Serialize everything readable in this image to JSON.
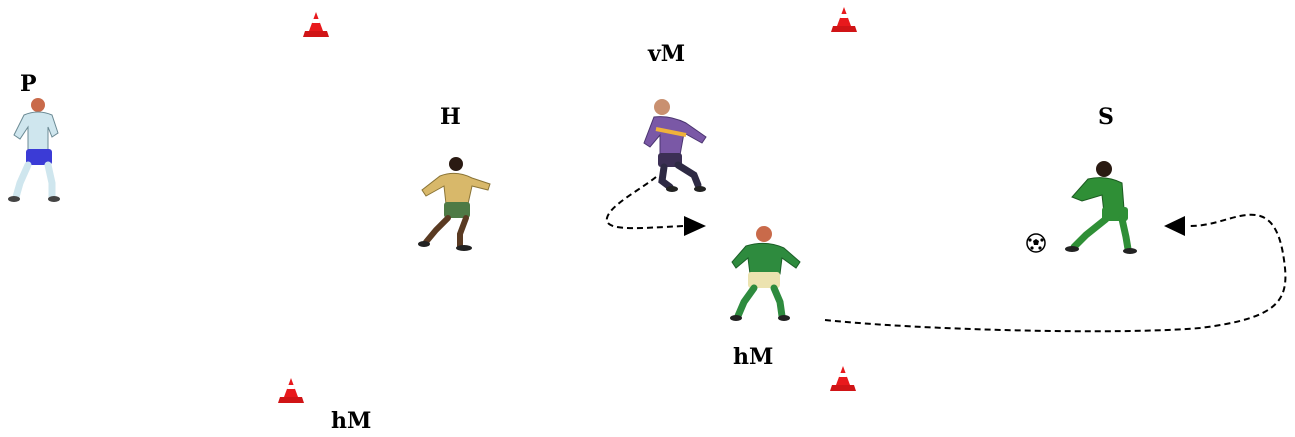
{
  "diagram": {
    "labels": {
      "p": "P",
      "h": "H",
      "vm": "vM",
      "s": "S",
      "hm_center": "hM",
      "hm_bottom": "hM"
    },
    "icons": {
      "player_p": "player-light-blue-defending-icon",
      "player_h": "player-yellow-kicking-icon",
      "player_vm": "player-purple-running-icon",
      "player_hm": "player-green-white-crouching-icon",
      "player_s": "player-green-passing-icon",
      "ball": "soccer-ball-icon",
      "cone": "training-cone-icon"
    },
    "colors": {
      "cone_red": "#e8191c",
      "cone_white": "#ffffff",
      "arrow": "#000000",
      "player_p_shirt": "#cfe6ee",
      "player_p_shorts": "#3b3bd6",
      "player_h_shirt": "#d8b86a",
      "player_h_shorts": "#4e7a45",
      "player_vm_shirt": "#7a58a6",
      "player_vm_stripe": "#f0b23a",
      "player_hm_shirt": "#2e8b3e",
      "player_hm_shorts": "#ece3b0",
      "player_s_kit": "#2f8f36"
    }
  }
}
